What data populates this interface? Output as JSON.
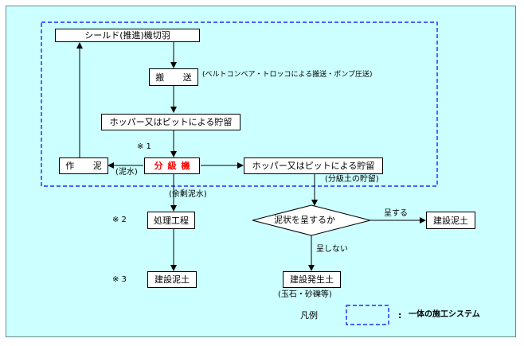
{
  "boxes": {
    "shield_face": "シールド(推進)機切羽",
    "transport": "搬 送",
    "hopper_storage": "ホッパー又はピットによる貯留",
    "separator": "分級機",
    "mud_work": "作 泥",
    "hopper_storage_2": "ホッパー又はピットによる貯留",
    "treatment": "処理工程",
    "construction_soil_1": "建設泥土",
    "mud_question": "泥状を呈するか",
    "construction_soil_2": "建設泥土",
    "construction_byproduct": "建設発生土"
  },
  "labels": {
    "transport_note": "(ベルトコンベア・トロッコによる搬送・ポンプ圧送)",
    "note_1": "※ 1",
    "mud_water": "(泥水)",
    "classified_storage": "(分級土の貯留)",
    "surplus_mud": "(余剰泥水)",
    "note_2": "※ 2",
    "note_3": "※ 3",
    "yes": "呈する",
    "no": "呈しない",
    "byproduct_note": "(玉石・砂礫等)"
  },
  "legend": {
    "heading": "凡例",
    "colon": ":",
    "description": "一体の施工システム"
  },
  "colors": {
    "background": "#ccffff",
    "dashed": "#0000ff",
    "separator_text": "#ff0000"
  }
}
